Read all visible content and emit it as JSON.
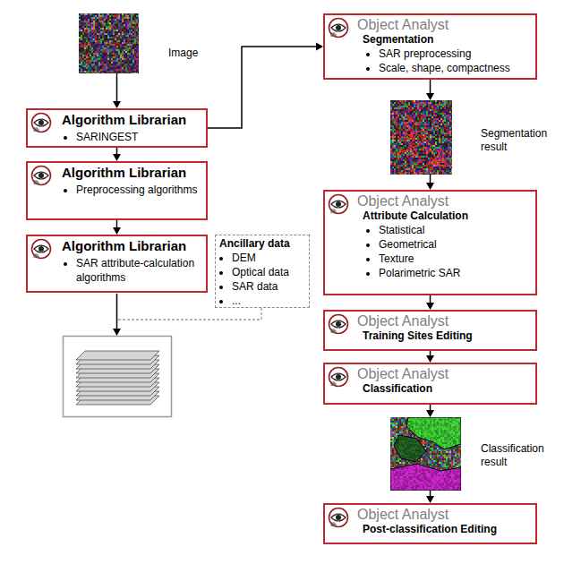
{
  "diagram": {
    "nodes": [
      {
        "text": [
          "Image"
        ]
      },
      {
        "text": [
          "Algorithm Librarian",
          "SARINGEST"
        ]
      },
      {
        "text": [
          "Algorithm Librarian",
          "Preprocessing algorithms"
        ]
      },
      {
        "text": [
          "Algorithm Librarian",
          "SAR attribute-calculation algorithms"
        ]
      },
      {
        "text": [
          "Ancillary data",
          "DEM",
          "Optical data",
          "SAR data",
          "..."
        ]
      },
      {
        "text": [
          "Object Analyst",
          "Segmentation",
          "SAR preprocessing",
          "Scale, shape, compactness"
        ]
      },
      {
        "text": [
          "Segmentation result"
        ]
      },
      {
        "text": [
          "Object Analyst",
          "Attribute Calculation",
          "Statistical",
          "Geometrical",
          "Texture",
          "Polarimetric SAR"
        ]
      },
      {
        "text": [
          "Object Analyst",
          "Training Sites Editing"
        ]
      },
      {
        "text": [
          "Object Analyst",
          "Classification"
        ]
      },
      {
        "text": [
          "Classification result"
        ]
      },
      {
        "text": [
          "Object Analyst",
          "Post-classification Editing"
        ]
      }
    ],
    "edges": [
      {
        "from": 0,
        "to": 1,
        "arrow": "to"
      },
      {
        "from": 1,
        "to": 2,
        "arrow": "to"
      },
      {
        "from": 2,
        "to": 3,
        "arrow": "to"
      },
      {
        "from": 1,
        "to": 5,
        "arrow": "to"
      },
      {
        "from": 5,
        "to": 6,
        "arrow": "to"
      },
      {
        "from": 6,
        "to": 7,
        "arrow": "to"
      },
      {
        "from": 7,
        "to": 8,
        "arrow": "to"
      },
      {
        "from": 8,
        "to": 9,
        "arrow": "to"
      },
      {
        "from": 9,
        "to": 10,
        "arrow": "to"
      },
      {
        "from": 10,
        "to": 11,
        "arrow": "to"
      }
    ]
  }
}
